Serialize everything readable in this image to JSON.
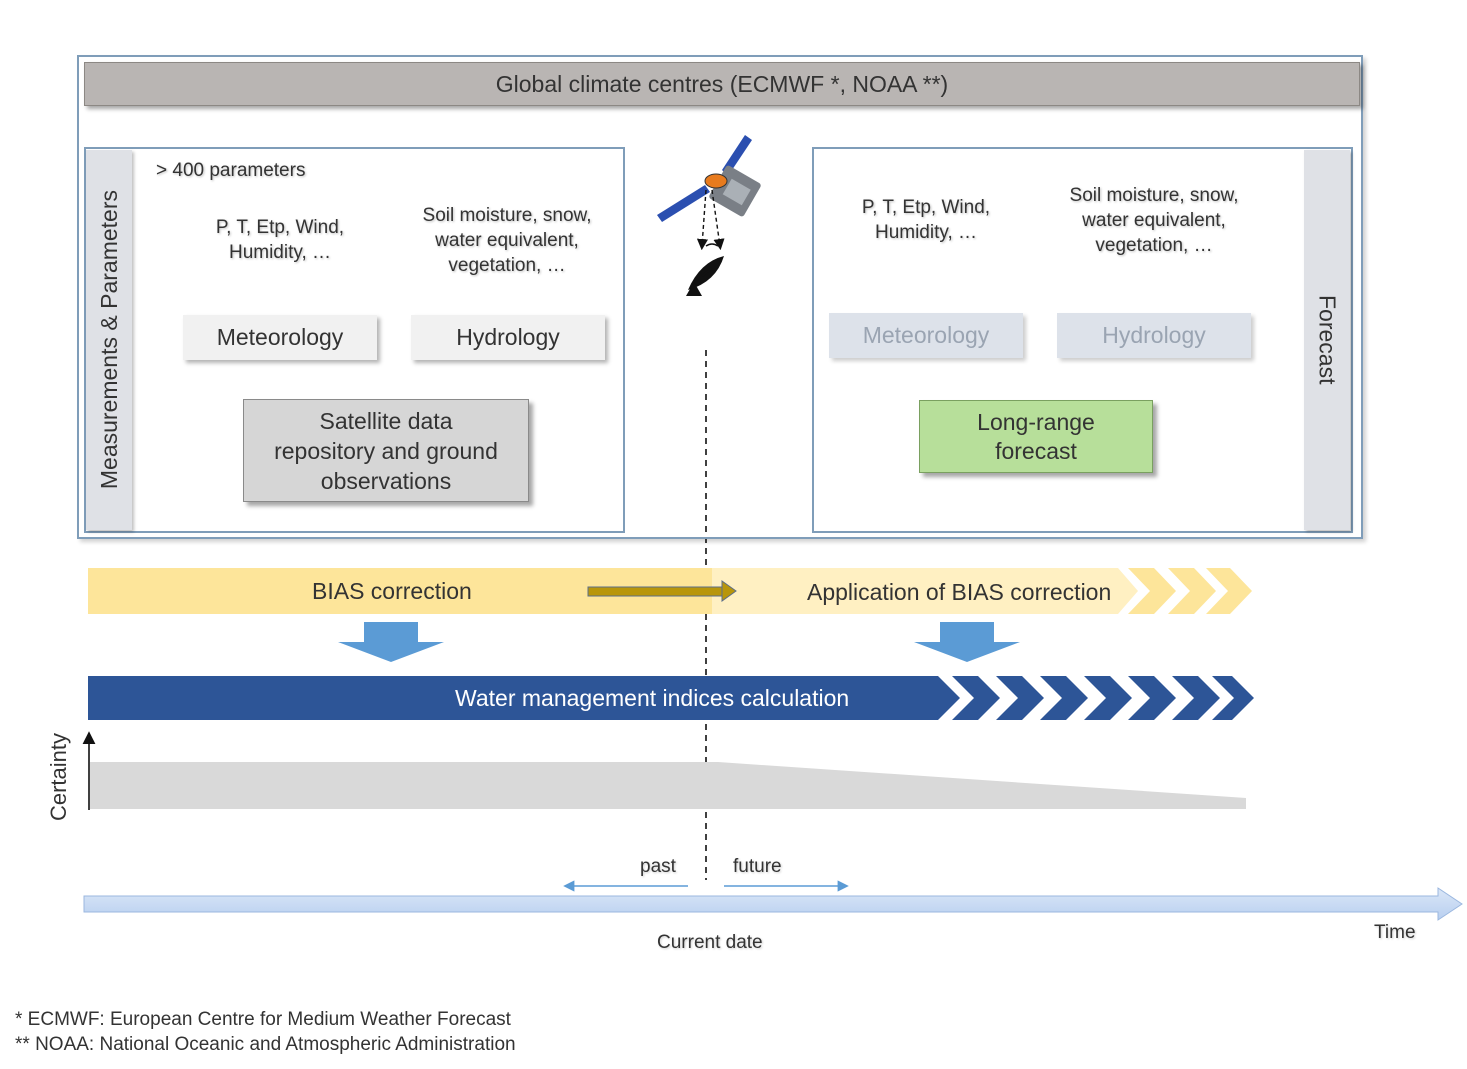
{
  "header": {
    "title": "Global climate centres (ECMWF *, NOAA **)"
  },
  "left_panel": {
    "side_label": "Measurements & Parameters",
    "parameters_note": "> 400 parameters",
    "meteo_params": [
      "P, T, Etp, Wind,",
      "Humidity, …"
    ],
    "hydro_params": [
      "Soil moisture, snow,",
      "water equivalent,",
      "vegetation, …"
    ],
    "meteorology_label": "Meteorology",
    "hydrology_label": "Hydrology",
    "source_lines": [
      "Satellite data",
      "repository and ground",
      "observations"
    ]
  },
  "right_panel": {
    "side_label": "Forecast",
    "meteo_params": [
      "P, T, Etp, Wind,",
      "Humidity, …"
    ],
    "hydro_params": [
      "Soil moisture, snow,",
      "water equivalent,",
      "vegetation, …"
    ],
    "meteorology_label": "Meteorology",
    "hydrology_label": "Hydrology",
    "source_lines": [
      "Long-range",
      "forecast"
    ]
  },
  "bias_band": {
    "left_label": "BIAS correction",
    "right_label": "Application of BIAS correction"
  },
  "water_band": {
    "label": "Water management indices calculation"
  },
  "certainty": {
    "axis_label": "Certainty"
  },
  "timeline": {
    "past_label": "past",
    "future_label": "future",
    "current_label": "Current date",
    "time_label": "Time"
  },
  "footnotes": [
    "* ECMWF: European Centre for Medium Weather Forecast",
    "** NOAA: National Oceanic and Atmospheric Administration"
  ],
  "colors": {
    "frame": "#7f9db9",
    "bias_band": "#fde59a",
    "water_band": "#2d5597",
    "down_arrow": "#5b9bd5",
    "certainty": "#d9d9d9",
    "timeline": "#c6d9f1",
    "long_range_box": "#b7df9a"
  },
  "icons": [
    "satellite-icon",
    "satellite-dish-icon"
  ]
}
